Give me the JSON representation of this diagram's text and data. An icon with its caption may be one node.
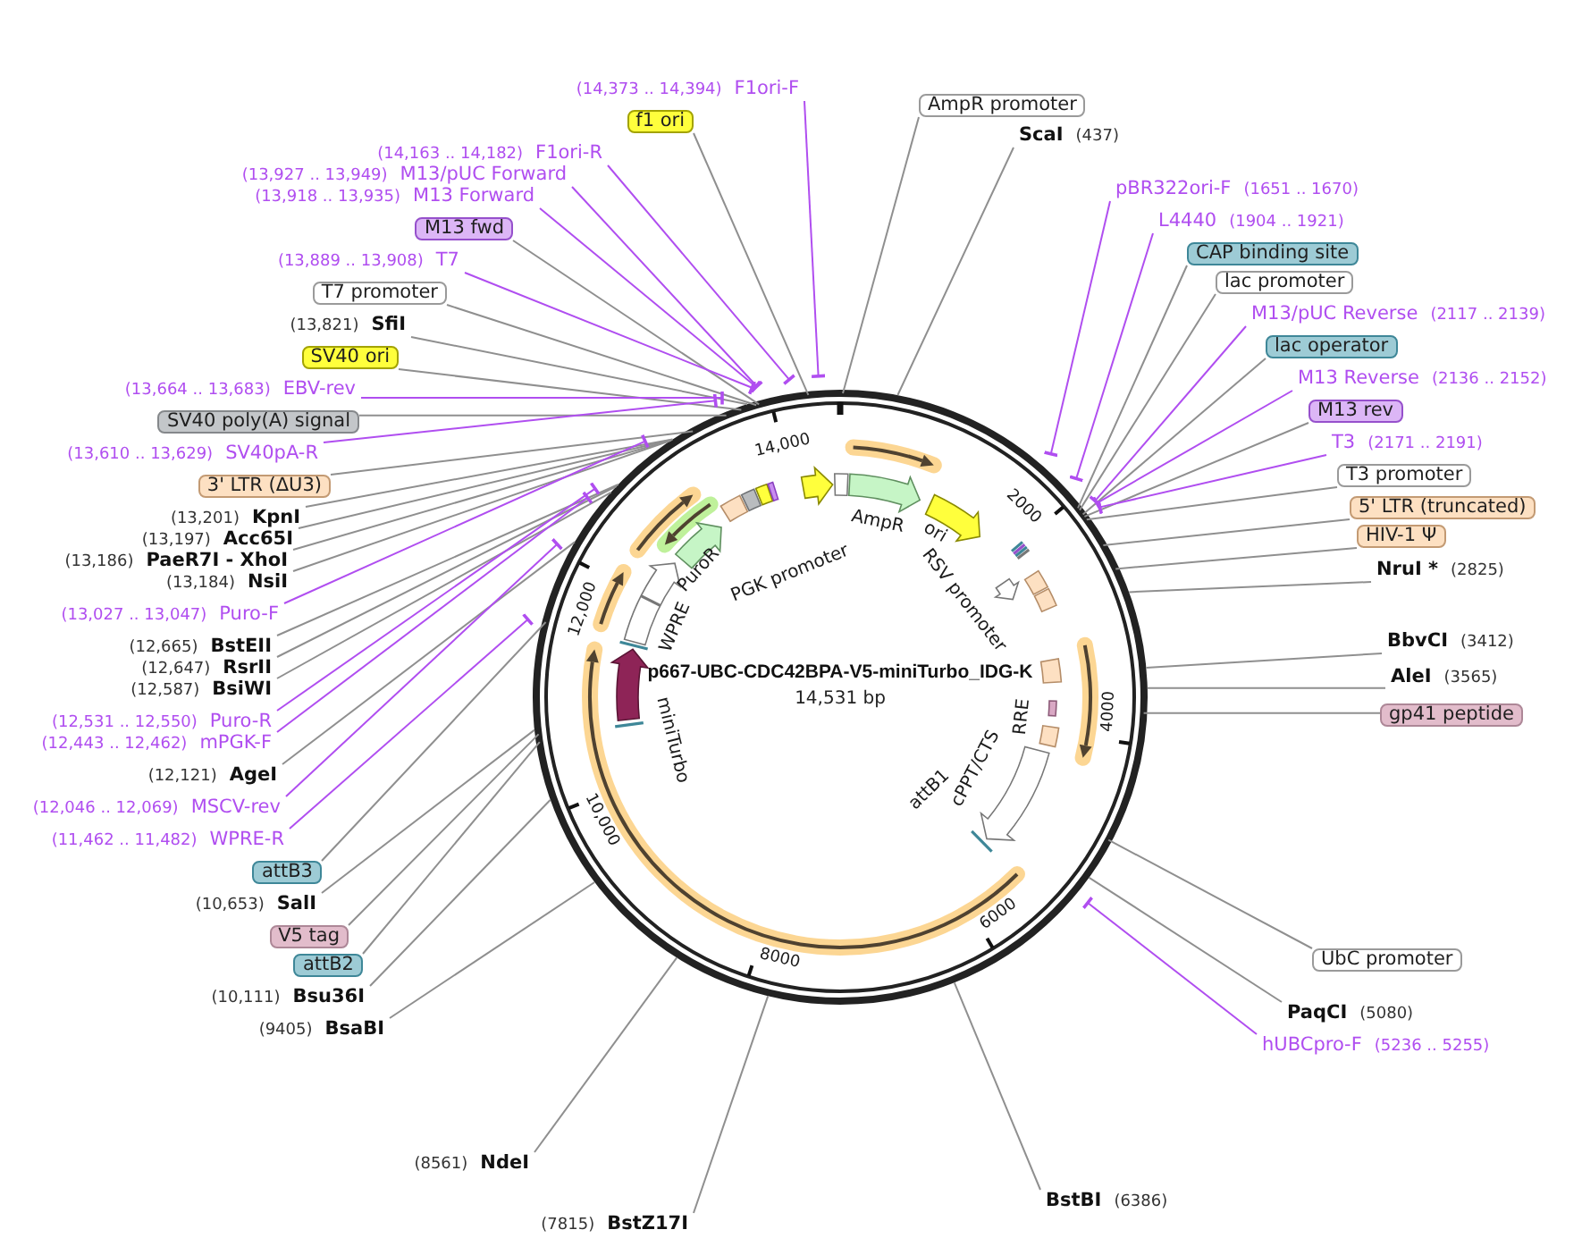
{
  "diagram": {
    "title": "p667-UBC-CDC42BPA-V5-miniTurbo_IDG-K",
    "nodes": [
      {
        "text": [
          "(14,373 .. 14,394)",
          "F1ori-F"
        ]
      },
      {
        "text": [
          "f1 ori"
        ]
      },
      {
        "text": [
          "(14,163 .. 14,182)",
          "F1ori-R"
        ]
      },
      {
        "text": [
          "(13,927 .. 13,949)",
          "M13/pUC Forward"
        ]
      },
      {
        "text": [
          "(13,918 .. 13,935)",
          "M13 Forward"
        ]
      },
      {
        "text": [
          "M13 fwd"
        ]
      },
      {
        "text": [
          "(13,889 .. 13,908)",
          "T7"
        ]
      },
      {
        "text": [
          "T7 promoter"
        ]
      },
      {
        "text": [
          "(13,821)",
          "SfiI"
        ]
      },
      {
        "text": [
          "SV40 ori"
        ]
      },
      {
        "text": [
          "(13,664 .. 13,683)",
          "EBV-rev"
        ]
      },
      {
        "text": [
          "SV40 poly(A) signal"
        ]
      },
      {
        "text": [
          "(13,610 .. 13,629)",
          "SV40pA-R"
        ]
      },
      {
        "text": [
          "3' LTR (ΔU3)"
        ]
      },
      {
        "text": [
          "(13,201)",
          "KpnI"
        ]
      },
      {
        "text": [
          "(13,197)",
          "Acc65I"
        ]
      },
      {
        "text": [
          "(13,186)",
          "PaeR7I - XhoI"
        ]
      },
      {
        "text": [
          "(13,184)",
          "NsiI"
        ]
      },
      {
        "text": [
          "(13,027 .. 13,047)",
          "Puro-F"
        ]
      },
      {
        "text": [
          "(12,665)",
          "BstEII"
        ]
      },
      {
        "text": [
          "(12,647)",
          "RsrII"
        ]
      },
      {
        "text": [
          "(12,587)",
          "BsiWI"
        ]
      },
      {
        "text": [
          "(12,531 .. 12,550)",
          "Puro-R"
        ]
      },
      {
        "text": [
          "(12,443 .. 12,462)",
          "mPGK-F"
        ]
      },
      {
        "text": [
          "(12,121)",
          "AgeI"
        ]
      },
      {
        "text": [
          "(12,046 .. 12,069)",
          "MSCV-rev"
        ]
      },
      {
        "text": [
          "(11,462 .. 11,482)",
          "WPRE-R"
        ]
      },
      {
        "text": [
          "attB3"
        ]
      },
      {
        "text": [
          "(10,653)",
          "SalI"
        ]
      },
      {
        "text": [
          "V5 tag"
        ]
      },
      {
        "text": [
          "attB2"
        ]
      },
      {
        "text": [
          "(10,111)",
          "Bsu36I"
        ]
      },
      {
        "text": [
          "(9405)",
          "BsaBI"
        ]
      },
      {
        "text": [
          "(8561)",
          "NdeI"
        ]
      },
      {
        "text": [
          "(7815)",
          "BstZ17I"
        ]
      },
      {
        "text": [
          "BstBI",
          "(6386)"
        ]
      },
      {
        "text": [
          "AmpR promoter"
        ]
      },
      {
        "text": [
          "ScaI",
          "(437)"
        ]
      },
      {
        "text": [
          "pBR322ori-F",
          "(1651 .. 1670)"
        ]
      },
      {
        "text": [
          "L4440",
          "(1904 .. 1921)"
        ]
      },
      {
        "text": [
          "CAP binding site"
        ]
      },
      {
        "text": [
          "lac promoter"
        ]
      },
      {
        "text": [
          "M13/pUC Reverse",
          "(2117 .. 2139)"
        ]
      },
      {
        "text": [
          "lac operator"
        ]
      },
      {
        "text": [
          "M13 Reverse",
          "(2136 .. 2152)"
        ]
      },
      {
        "text": [
          "M13 rev"
        ]
      },
      {
        "text": [
          "T3",
          "(2171 .. 2191)"
        ]
      },
      {
        "text": [
          "T3 promoter"
        ]
      },
      {
        "text": [
          "5' LTR (truncated)"
        ]
      },
      {
        "text": [
          "HIV-1 Ψ"
        ]
      },
      {
        "text": [
          "NruI *",
          "(2825)"
        ]
      },
      {
        "text": [
          "BbvCI",
          "(3412)"
        ]
      },
      {
        "text": [
          "AleI",
          "(3565)"
        ]
      },
      {
        "text": [
          "gp41 peptide"
        ]
      },
      {
        "text": [
          "UbC promoter"
        ]
      },
      {
        "text": [
          "PaqCI",
          "(5080)"
        ]
      },
      {
        "text": [
          "hUBCpro-F",
          "(5236 .. 5255)"
        ]
      }
    ],
    "edges": [
      {
        "from": 0,
        "to": null,
        "arrow": "other",
        "color": "#b04ef0"
      },
      {
        "from": 1,
        "to": null,
        "arrow": "none"
      },
      {
        "from": 2,
        "to": null,
        "arrow": "other",
        "color": "#b04ef0"
      },
      {
        "from": 3,
        "to": null,
        "arrow": "other",
        "color": "#b04ef0"
      },
      {
        "from": 4,
        "to": null,
        "arrow": "other",
        "color": "#b04ef0"
      },
      {
        "from": 5,
        "to": null,
        "arrow": "none"
      },
      {
        "from": 6,
        "to": null,
        "arrow": "other",
        "color": "#b04ef0"
      },
      {
        "from": 7,
        "to": null,
        "arrow": "none"
      },
      {
        "from": 8,
        "to": null,
        "arrow": "none"
      },
      {
        "from": 9,
        "to": null,
        "arrow": "none"
      },
      {
        "from": 10,
        "to": null,
        "arrow": "other",
        "color": "#b04ef0"
      },
      {
        "from": 11,
        "to": null,
        "arrow": "none"
      },
      {
        "from": 12,
        "to": null,
        "arrow": "other",
        "color": "#b04ef0"
      },
      {
        "from": 13,
        "to": null,
        "arrow": "none"
      },
      {
        "from": 14,
        "to": null,
        "arrow": "none"
      },
      {
        "from": 15,
        "to": null,
        "arrow": "none"
      },
      {
        "from": 16,
        "to": null,
        "arrow": "none"
      },
      {
        "from": 17,
        "to": null,
        "arrow": "none"
      },
      {
        "from": 18,
        "to": null,
        "arrow": "other",
        "color": "#b04ef0"
      },
      {
        "from": 19,
        "to": null,
        "arrow": "none"
      },
      {
        "from": 20,
        "to": null,
        "arrow": "none"
      },
      {
        "from": 21,
        "to": null,
        "arrow": "none"
      },
      {
        "from": 22,
        "to": null,
        "arrow": "other",
        "color": "#b04ef0"
      },
      {
        "from": 23,
        "to": null,
        "arrow": "other",
        "color": "#b04ef0"
      },
      {
        "from": 24,
        "to": null,
        "arrow": "none"
      },
      {
        "from": 25,
        "to": null,
        "arrow": "other",
        "color": "#b04ef0"
      },
      {
        "from": 26,
        "to": null,
        "arrow": "other",
        "color": "#b04ef0"
      },
      {
        "from": 27,
        "to": null,
        "arrow": "none"
      },
      {
        "from": 28,
        "to": null,
        "arrow": "none"
      },
      {
        "from": 29,
        "to": null,
        "arrow": "none"
      },
      {
        "from": 30,
        "to": null,
        "arrow": "none"
      },
      {
        "from": 31,
        "to": null,
        "arrow": "none"
      },
      {
        "from": 32,
        "to": null,
        "arrow": "none"
      },
      {
        "from": 33,
        "to": null,
        "arrow": "none"
      },
      {
        "from": 34,
        "to": null,
        "arrow": "none"
      },
      {
        "from": 35,
        "to": null,
        "arrow": "none"
      },
      {
        "from": 36,
        "to": null,
        "arrow": "none"
      },
      {
        "from": 37,
        "to": null,
        "arrow": "none"
      },
      {
        "from": 38,
        "to": null,
        "arrow": "other",
        "color": "#b04ef0"
      },
      {
        "from": 39,
        "to": null,
        "arrow": "other",
        "color": "#b04ef0"
      },
      {
        "from": 40,
        "to": null,
        "arrow": "none"
      },
      {
        "from": 41,
        "to": null,
        "arrow": "none"
      },
      {
        "from": 42,
        "to": null,
        "arrow": "other",
        "color": "#b04ef0"
      },
      {
        "from": 43,
        "to": null,
        "arrow": "none"
      },
      {
        "from": 44,
        "to": null,
        "arrow": "other",
        "color": "#b04ef0"
      },
      {
        "from": 45,
        "to": null,
        "arrow": "none"
      },
      {
        "from": 46,
        "to": null,
        "arrow": "other",
        "color": "#b04ef0"
      },
      {
        "from": 47,
        "to": null,
        "arrow": "none"
      },
      {
        "from": 48,
        "to": null,
        "arrow": "none"
      },
      {
        "from": 49,
        "to": null,
        "arrow": "none"
      },
      {
        "from": 50,
        "to": null,
        "arrow": "none"
      },
      {
        "from": 51,
        "to": null,
        "arrow": "none"
      },
      {
        "from": 52,
        "to": null,
        "arrow": "none"
      },
      {
        "from": 53,
        "to": null,
        "arrow": "none"
      },
      {
        "from": 54,
        "to": null,
        "arrow": "none"
      },
      {
        "from": 55,
        "to": null,
        "arrow": "none"
      },
      {
        "from": 56,
        "to": null,
        "arrow": "other",
        "color": "#b04ef0"
      }
    ],
    "labels": [
      "14,000",
      "AmpR",
      "PuroR",
      "PGK promoter",
      "ori",
      "2000",
      "RSV promoter",
      "12,000",
      "WPRE",
      "14,531 bp",
      "miniTurbo",
      "RRE",
      "4000",
      "cPPT/CTS",
      "attB1",
      "10,000",
      "6000",
      "8000"
    ]
  }
}
